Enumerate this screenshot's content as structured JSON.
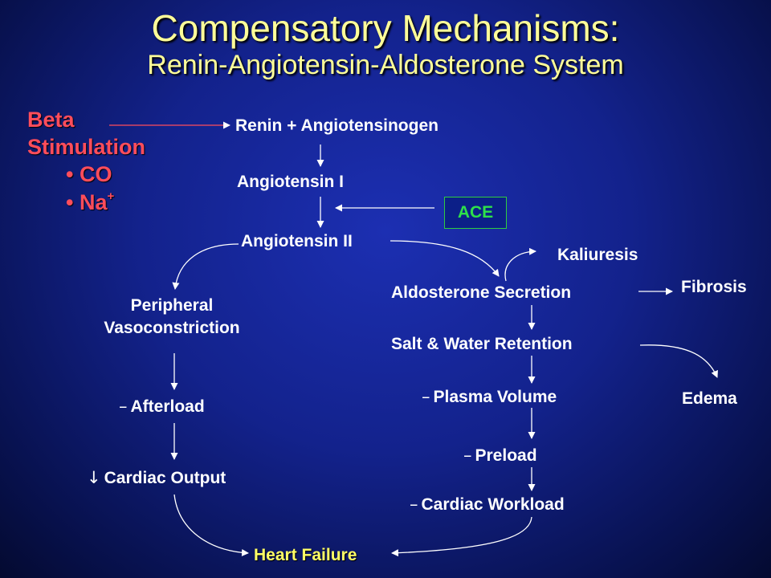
{
  "slide": {
    "title": "Compensatory Mechanisms:",
    "subtitle": "Renin-Angiotensin-Aldosterone System"
  },
  "beta": {
    "line1": "Beta",
    "line2": "Stimulation",
    "bullets": [
      {
        "marker": "•",
        "text": "CO",
        "sup": ""
      },
      {
        "marker": "•",
        "text": "Na",
        "sup": "+"
      }
    ]
  },
  "flow": {
    "renin": "Renin + Angiotensinogen",
    "ang1": "Angiotensin I",
    "ace": "ACE",
    "ang2": "Angiotensin II",
    "kaliuresis": "Kaliuresis",
    "aldosterone": "Aldosterone Secretion",
    "fibrosis": "Fibrosis",
    "peripheral_line1": "Peripheral",
    "peripheral_line2": "Vasoconstriction",
    "salt": "Salt & Water Retention",
    "edema": "Edema",
    "plasma_sym": "–",
    "plasma": "Plasma Volume",
    "afterload_sym": "–",
    "afterload": "Afterload",
    "preload_sym": "–",
    "preload": "Preload",
    "co_sym": "↓",
    "cardiac_output": "Cardiac Output",
    "workload_sym": "–",
    "workload": "Cardiac Workload",
    "heart_failure": "Heart Failure"
  },
  "colors": {
    "title": "#ffff99",
    "beta": "#ff4d5b",
    "ace_text": "#2ee04a",
    "ace_border": "#2ecc40",
    "heart_failure": "#ffff66",
    "text": "#ffffff"
  }
}
